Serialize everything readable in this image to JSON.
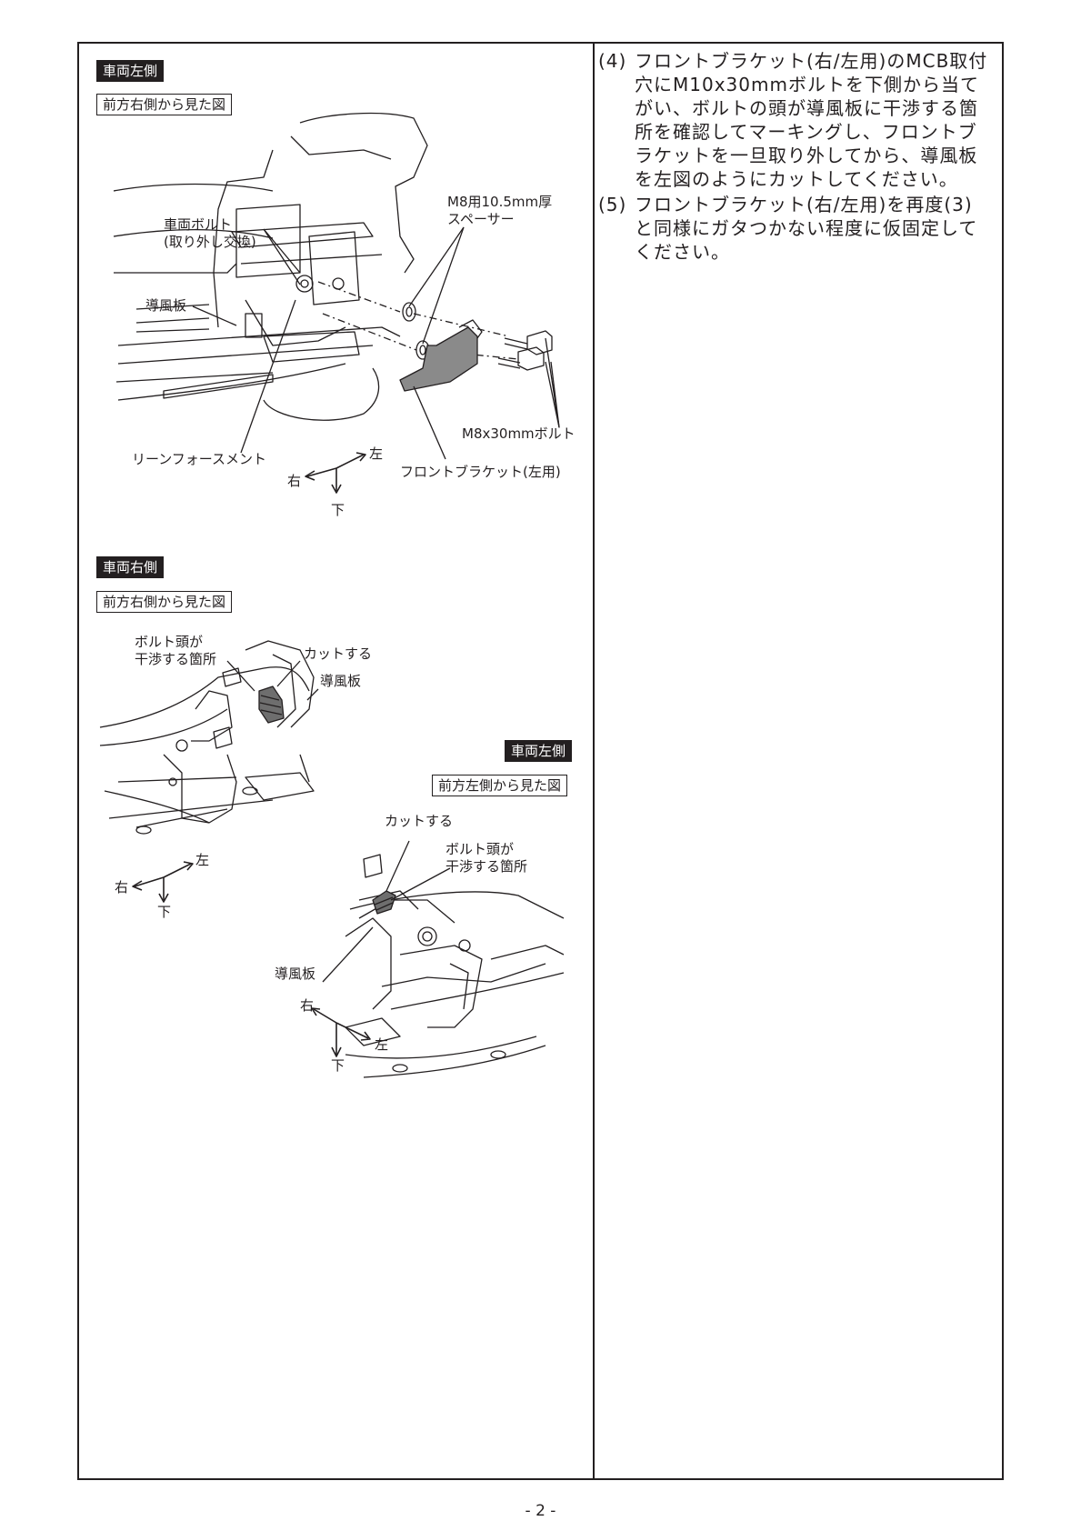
{
  "fig1": {
    "tag": "車両左側",
    "view": "前方右側から見た図",
    "labels": {
      "vehicle_bolt": "車両ボルト",
      "vehicle_bolt_note": "(取り外し交換)",
      "spacer_line1": "M8用10.5mm厚",
      "spacer_line2": "スペーサー",
      "deflector": "導風板",
      "bolt": "M8x30mmボルト",
      "reinforcement": "リーンフォースメント",
      "bracket": "フロントブラケット(左用)"
    },
    "dir": {
      "left": "左",
      "right": "右",
      "down": "下"
    }
  },
  "fig2": {
    "tag": "車両右側",
    "view": "前方右側から見た図",
    "labels": {
      "bolt_head_line1": "ボルト頭が",
      "bolt_head_line2": "干渉する箇所",
      "cut": "カットする",
      "deflector": "導風板"
    },
    "dir": {
      "left": "左",
      "right": "右",
      "down": "下"
    }
  },
  "fig3": {
    "tag": "車両左側",
    "view": "前方左側から見た図",
    "labels": {
      "cut": "カットする",
      "bolt_head_line1": "ボルト頭が",
      "bolt_head_line2": "干渉する箇所",
      "deflector": "導風板"
    },
    "dir": {
      "left": "左",
      "right": "右",
      "down": "下"
    }
  },
  "steps": [
    {
      "num": "(4)",
      "text": "フロントブラケット(右/左用)のMCB取付穴にM10x30mmボルトを下側から当てがい、ボルトの頭が導風板に干渉する箇所を確認してマーキングし、フロントブラケットを一旦取り外してから、導風板を左図のようにカットしてください。"
    },
    {
      "num": "(5)",
      "text": "フロントブラケット(右/左用)を再度(3)と同様にガタつかない程度に仮固定してください。"
    }
  ],
  "page_number": "- 2 -"
}
